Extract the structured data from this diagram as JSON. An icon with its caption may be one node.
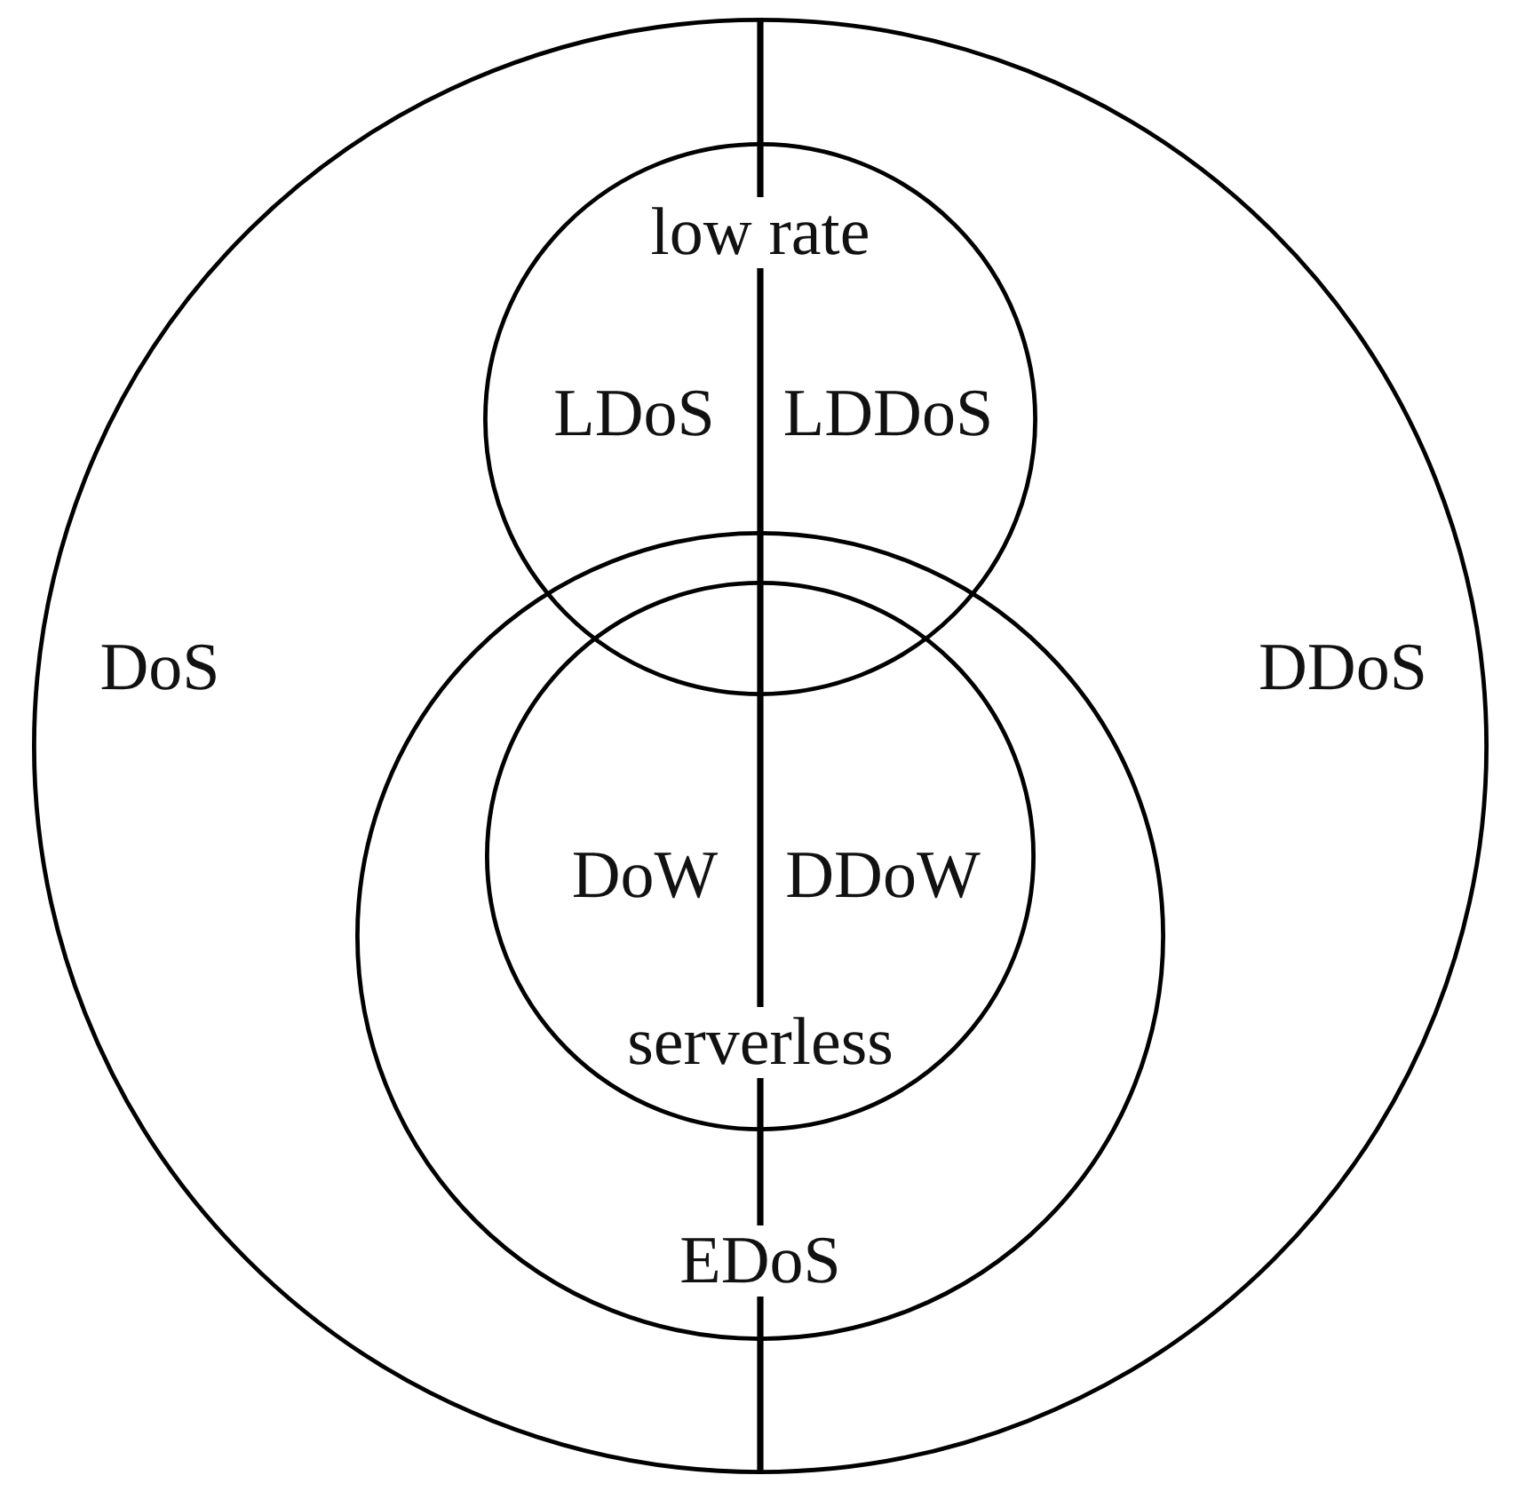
{
  "diagram": {
    "nodes": [
      {
        "text": [
          "DoS",
          "DDoS"
        ]
      },
      {
        "text": [
          "low rate",
          "LDoS",
          "LDDoS"
        ],
        "in": 0
      },
      {
        "text": [
          "EDoS"
        ],
        "in": 0
      },
      {
        "text": [
          "DoW",
          "DDoW",
          "serverless"
        ],
        "in": 2
      }
    ]
  }
}
